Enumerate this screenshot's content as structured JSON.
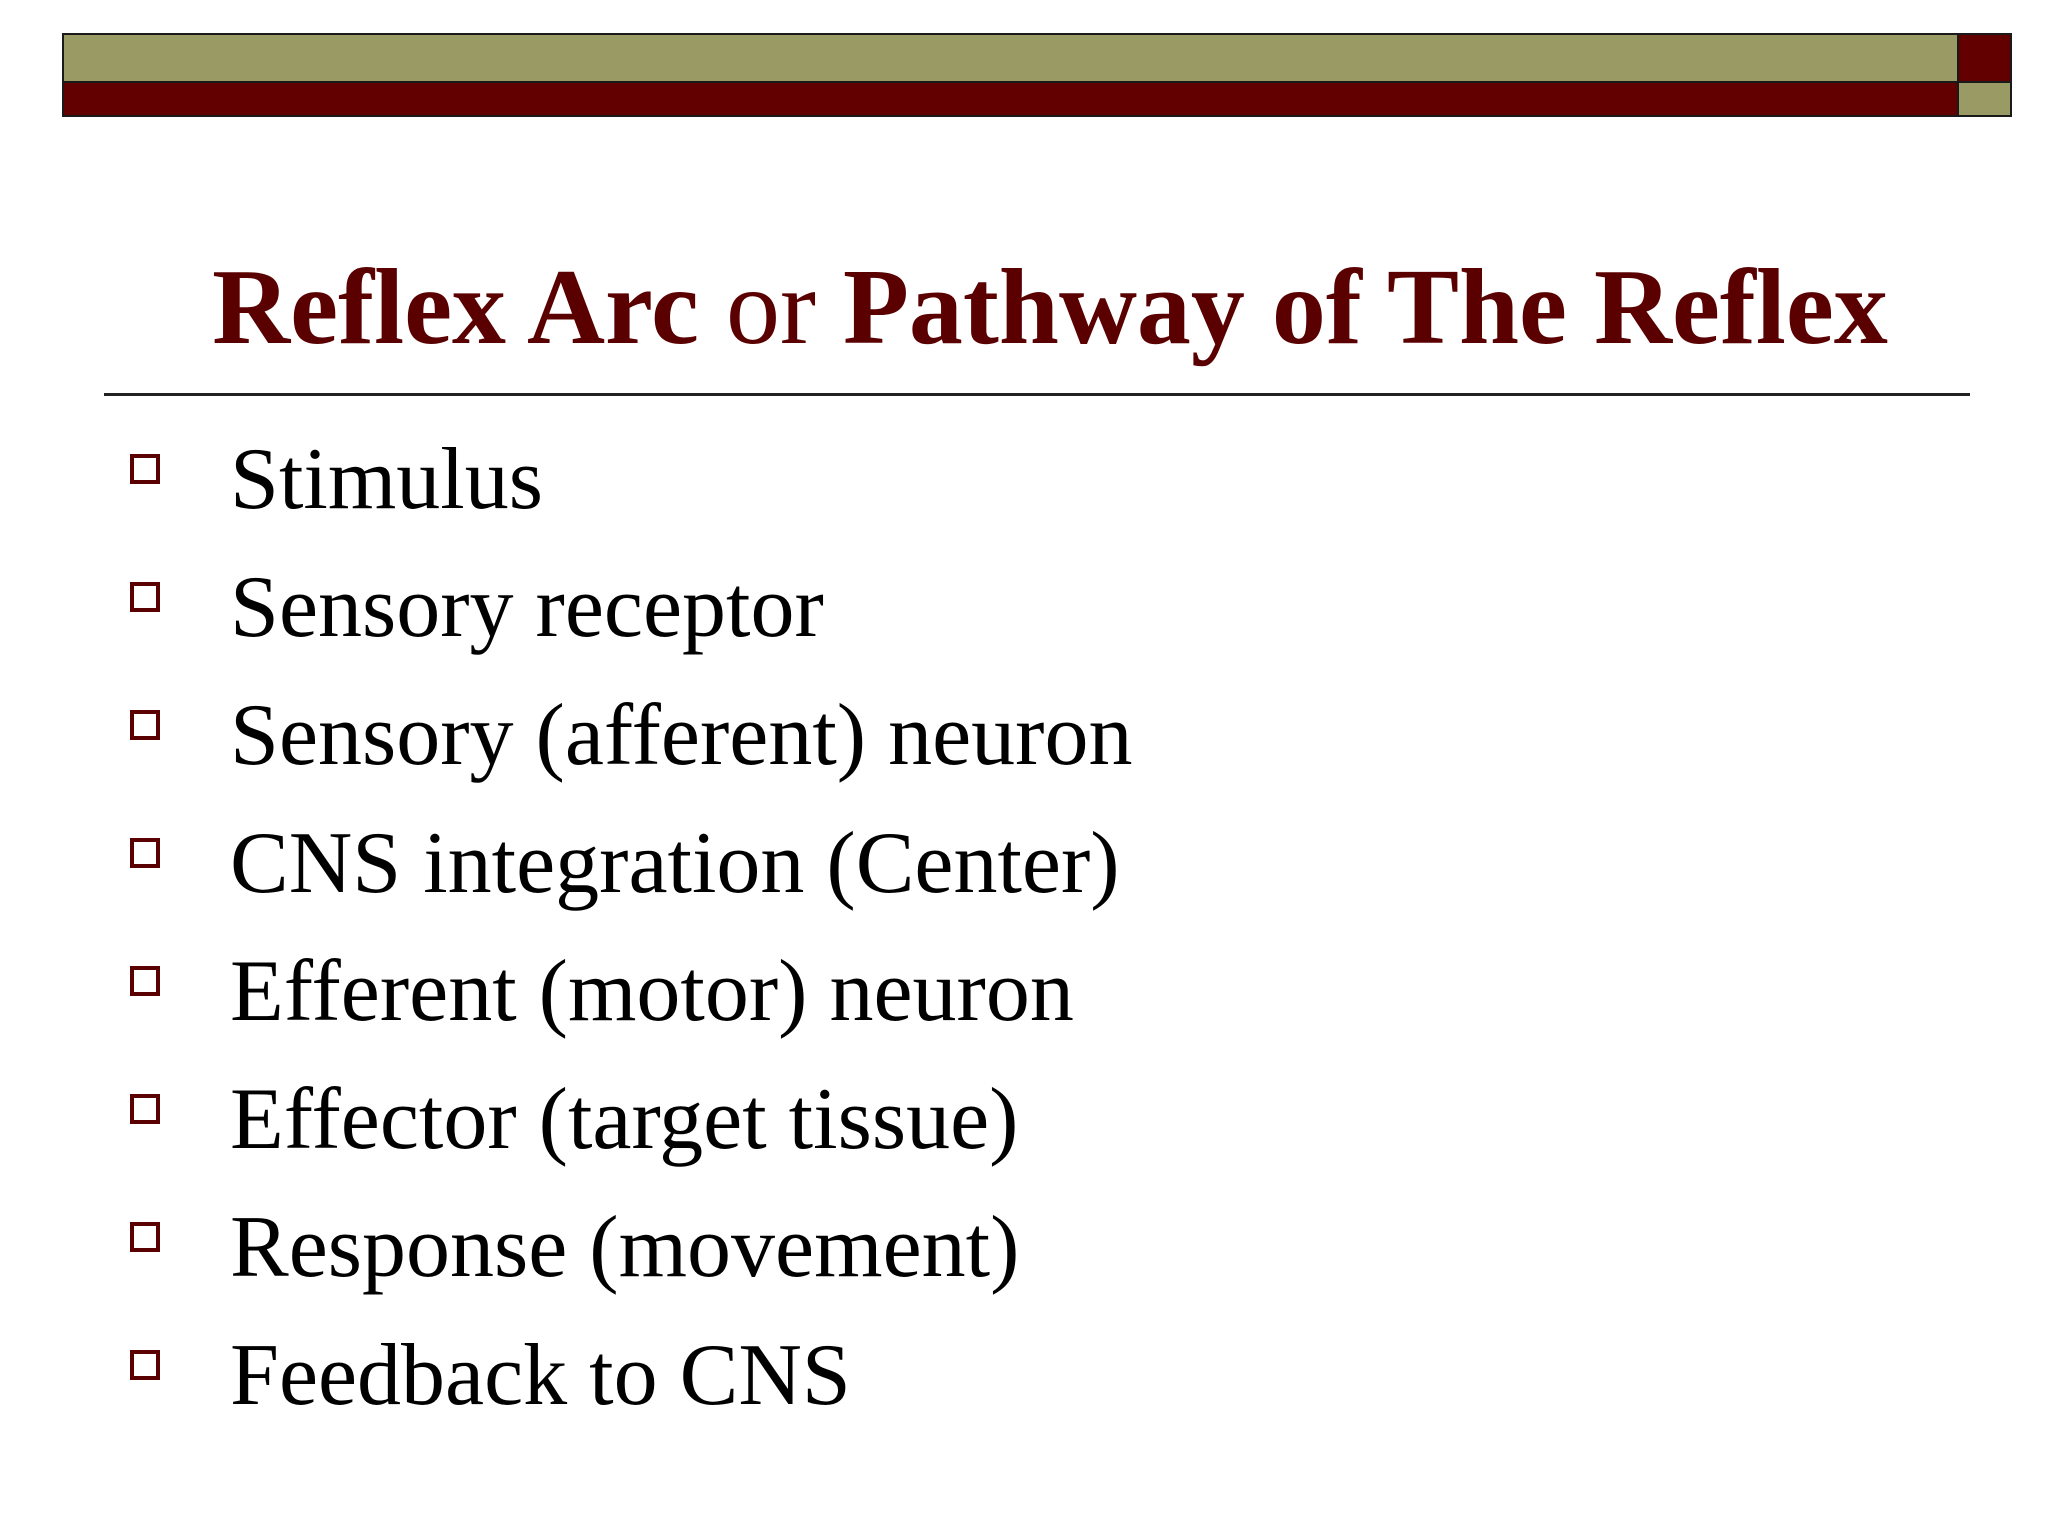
{
  "colors": {
    "olive": "#9a9a64",
    "maroon": "#620000",
    "title": "#5a0000",
    "text": "#000000"
  },
  "title": {
    "part1": "Reflex Arc",
    "part2": " or ",
    "part3": "Pathway of The Reflex"
  },
  "bullets": [
    "Stimulus",
    "Sensory receptor",
    "Sensory (afferent) neuron",
    "CNS integration (Center)",
    "Efferent (motor) neuron",
    "Effector (target tissue)",
    "Response (movement)",
    "Feedback to CNS"
  ]
}
